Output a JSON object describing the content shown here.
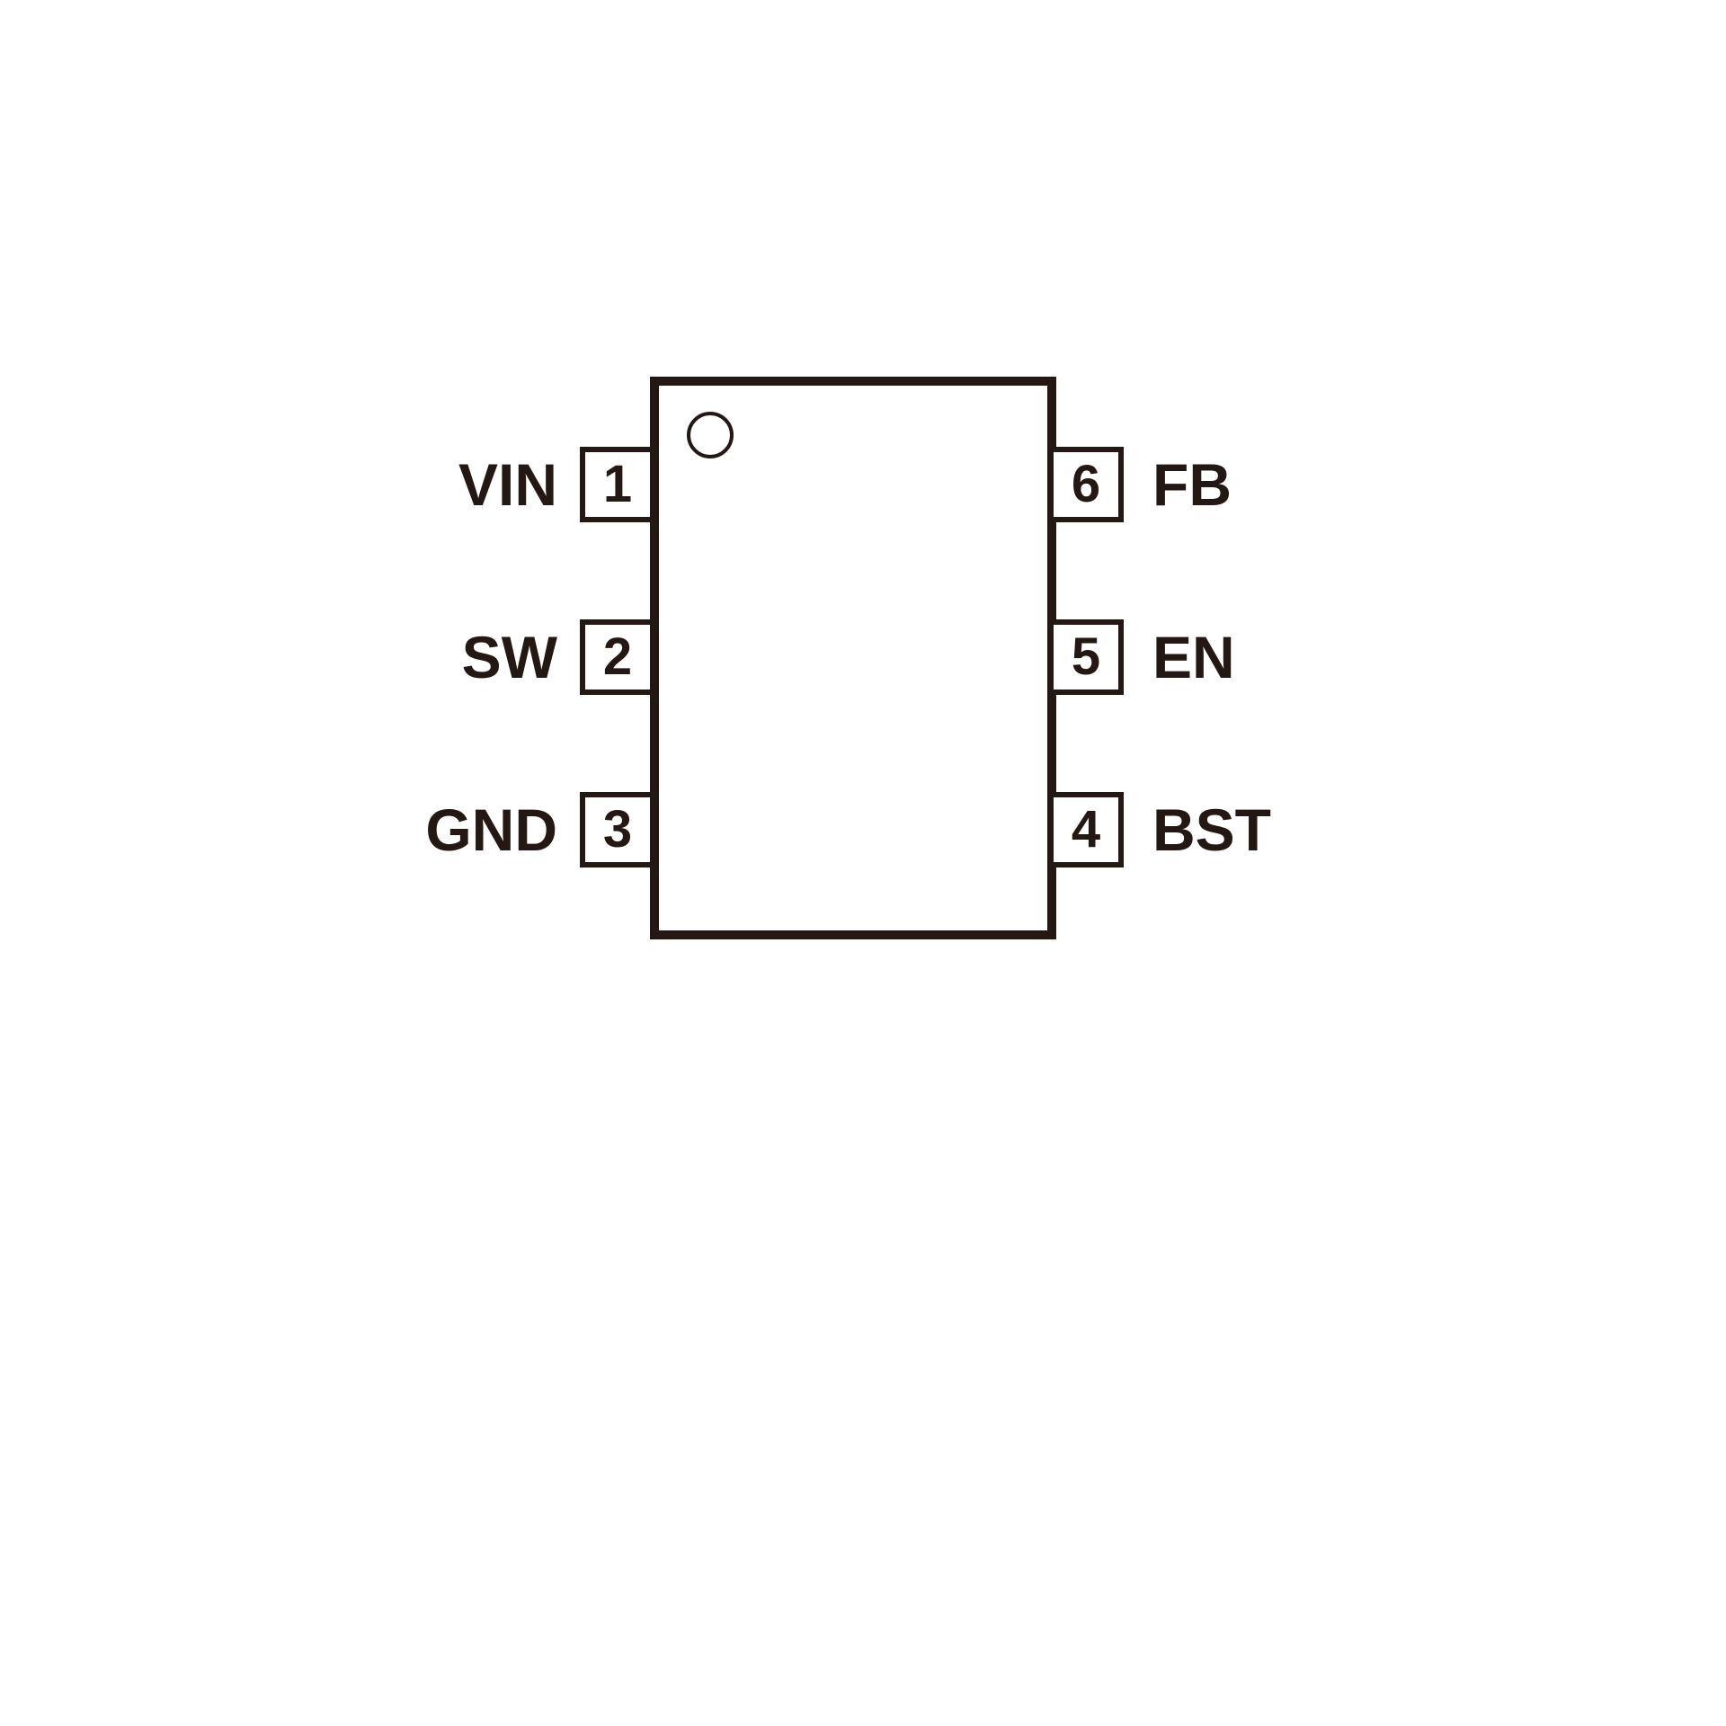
{
  "diagram": {
    "type": "ic-package-pinout",
    "package_pin_count": 6,
    "ink_color": "#231814",
    "background_color": "#ffffff",
    "pin1_indicator": "circle-top-left",
    "left_pins": [
      {
        "number": "1",
        "label": "VIN"
      },
      {
        "number": "2",
        "label": "SW"
      },
      {
        "number": "3",
        "label": "GND"
      }
    ],
    "right_pins": [
      {
        "number": "6",
        "label": "FB"
      },
      {
        "number": "5",
        "label": "EN"
      },
      {
        "number": "4",
        "label": "BST"
      }
    ]
  }
}
